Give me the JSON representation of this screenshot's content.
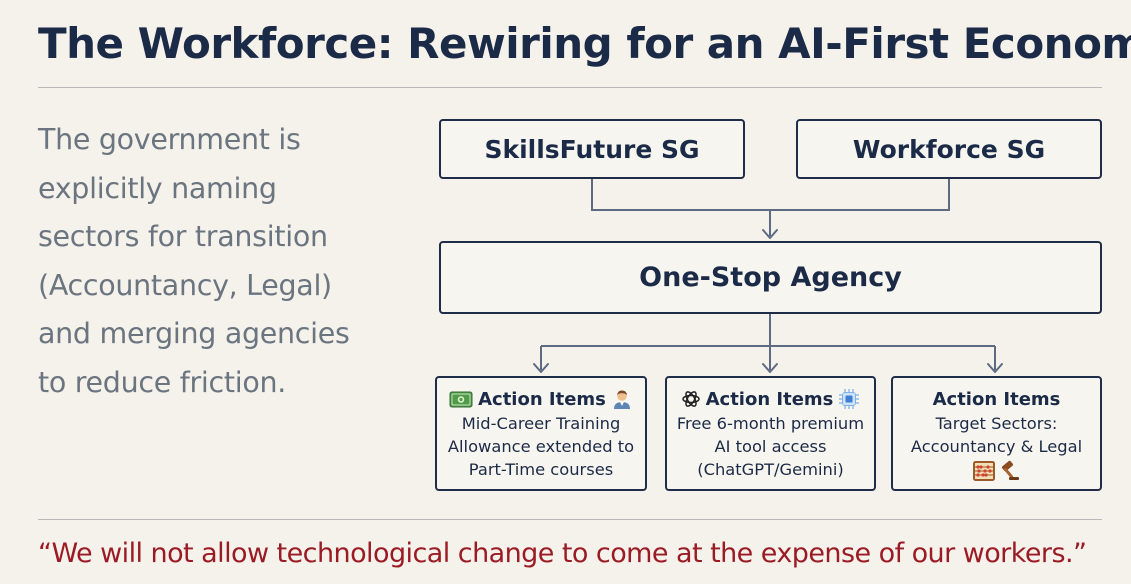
{
  "title": "The Workforce: Rewiring for an AI-First Economy",
  "intro": "The government is explicitly naming sectors for transition (Accountancy, Legal) and merging agencies to reduce friction.",
  "diagram": {
    "agencies": [
      "SkillsFuture SG",
      "Workforce SG"
    ],
    "merged_agency": "One-Stop Agency",
    "cards": [
      {
        "heading": "Action Items",
        "icons": [
          "money-icon",
          "person-icon"
        ],
        "lines": [
          "Mid-Career Training",
          "Allowance extended to",
          "Part-Time courses"
        ]
      },
      {
        "heading": "Action Items",
        "icons": [
          "openai-logo-icon",
          "ai-chip-icon"
        ],
        "lines": [
          "Free 6-month premium",
          "AI tool access",
          "(ChatGPT/Gemini)"
        ]
      },
      {
        "heading": "Action Items",
        "icons": [
          "abacus-icon",
          "gavel-icon"
        ],
        "lines": [
          "Target Sectors:",
          "Accountancy & Legal"
        ]
      }
    ]
  },
  "quote": "“We will not allow technological change to come at the expense of our workers.”",
  "colors": {
    "background": "#f5f2ec",
    "navy": "#1b2a46",
    "connector": "#5d6a82",
    "intro_text": "#6b7580",
    "quote": "#9b1b24"
  }
}
